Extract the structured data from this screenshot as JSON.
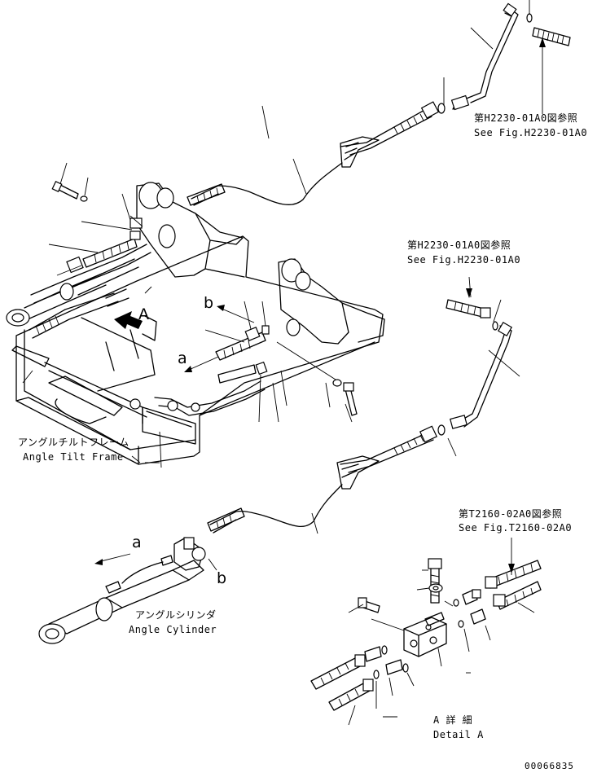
{
  "refs": {
    "upper_jp": "第H2230-01A0図参照",
    "upper_en": "See Fig.H2230-01A0",
    "middle_jp": "第H2230-01A0図参照",
    "middle_en": "See Fig.H2230-01A0",
    "lower_jp": "第T2160-02A0図参照",
    "lower_en": "See Fig.T2160-02A0"
  },
  "labels": {
    "frame_jp": "アングルチルトフレーム",
    "frame_en": "Angle Tilt Frame",
    "cylinder_jp": "アングルシリンダ",
    "cylinder_en": "Angle Cylinder",
    "detail_jp": "A 詳 細",
    "detail_en": "Detail A"
  },
  "view_letters": {
    "A": "A",
    "a_upper": "a",
    "b_upper": "b",
    "a_lower": "a",
    "b_lower": "b"
  },
  "drawing_number": "00066835"
}
